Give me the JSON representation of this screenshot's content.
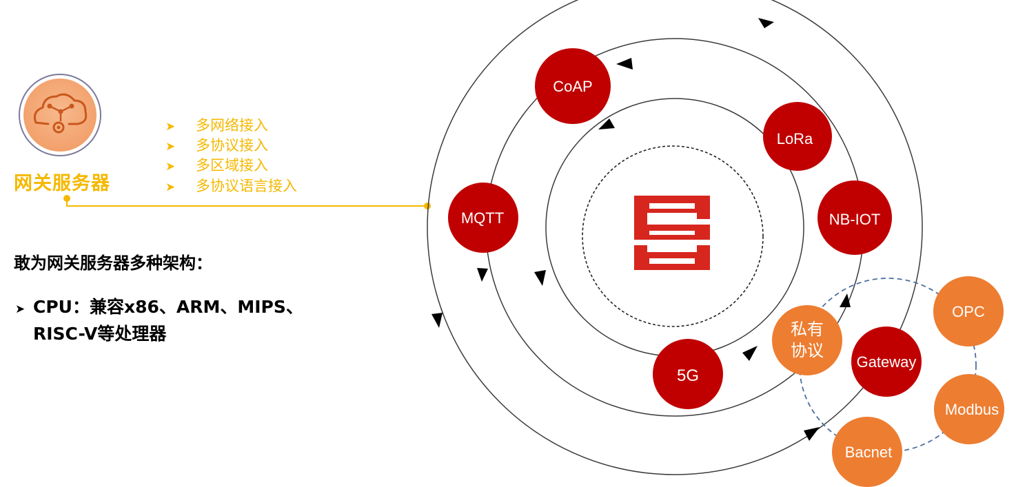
{
  "gateway_server": {
    "title": "网关服务器",
    "icon": "cloud-network-icon",
    "features": [
      "多网络接入",
      "多协议接入",
      "多区域接入",
      "多协议语言接入"
    ]
  },
  "architecture": {
    "heading": "敢为网关服务器多种架构：",
    "cpu_line1": "CPU：兼容x86、ARM、MIPS、",
    "cpu_line2": "RISC-V等处理器"
  },
  "center_logo": "company-logo-icon",
  "protocols": {
    "coap": "CoAP",
    "lora": "LoRa",
    "nbiot": "NB-IOT",
    "mqtt": "MQTT",
    "fiveg": "5G",
    "private_line1": "私有",
    "private_line2": "协议",
    "gateway": "Gateway",
    "opc": "OPC",
    "modbus": "Modbus",
    "bacnet": "Bacnet"
  },
  "colors": {
    "accent": "#f5b800",
    "protocol_red": "#c00000",
    "protocol_orange": "#ed7d31",
    "logo_red": "#d7261e"
  }
}
